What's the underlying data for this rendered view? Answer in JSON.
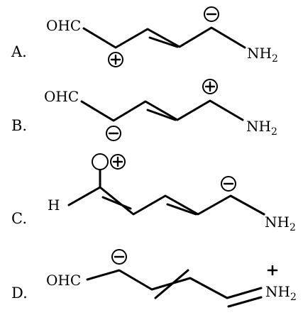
{
  "options": [
    {
      "letter": "A.",
      "left_group": "OHC",
      "right_group": "NH",
      "right_subscript": "2",
      "charges": [
        "minus",
        "plus"
      ]
    },
    {
      "letter": "B.",
      "left_group": "OHC",
      "right_group": "NH",
      "right_subscript": "2",
      "charges": [
        "plus",
        "minus"
      ]
    },
    {
      "letter": "C.",
      "left_group": "H",
      "right_group": "NH",
      "right_subscript": "2",
      "charges": [
        "lone-pair",
        "plus",
        "minus"
      ]
    },
    {
      "letter": "D.",
      "left_group": "OHC",
      "right_group": "NH",
      "right_subscript": "2",
      "charges": [
        "minus",
        "plus"
      ]
    }
  ]
}
